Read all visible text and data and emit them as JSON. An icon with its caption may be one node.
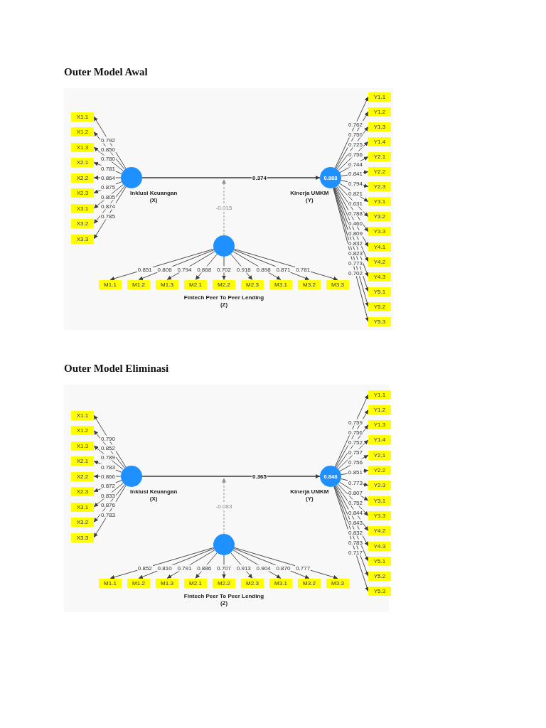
{
  "diagram": {
    "nodes": [
      {
        "text": [
          "Outer Model Awal"
        ]
      },
      {
        "text": [],
        "shape": "circle",
        "beside": [
          "Inklusi Keuangan (X)"
        ],
        "in": 0
      },
      {
        "text": [
          "0.888"
        ],
        "beside": [
          "Kinerja UMKM (Y)"
        ],
        "in": 0
      },
      {
        "text": [],
        "shape": "circle",
        "in": 0
      },
      {
        "text": [
          "X1.1"
        ],
        "in": 0
      },
      {
        "text": [
          "X1.2"
        ],
        "in": 0
      },
      {
        "text": [
          "X1.3"
        ],
        "in": 0
      },
      {
        "text": [
          "X2.1"
        ],
        "in": 0
      },
      {
        "text": [
          "X2.2"
        ],
        "in": 0
      },
      {
        "text": [
          "X2.3"
        ],
        "in": 0
      },
      {
        "text": [
          "X3.1"
        ],
        "in": 0
      },
      {
        "text": [
          "X3.2"
        ],
        "in": 0
      },
      {
        "text": [
          "X3.3"
        ],
        "in": 0
      },
      {
        "text": [
          "Y1.1"
        ],
        "in": 0
      },
      {
        "text": [
          "Y1.2"
        ],
        "in": 0
      },
      {
        "text": [
          "Y1.3"
        ],
        "in": 0
      },
      {
        "text": [
          "Y1.4"
        ],
        "in": 0
      },
      {
        "text": [
          "Y2.1"
        ],
        "in": 0
      },
      {
        "text": [
          "Y2.2"
        ],
        "in": 0
      },
      {
        "text": [
          "Y2.3"
        ],
        "in": 0
      },
      {
        "text": [
          "Y3.1"
        ],
        "in": 0
      },
      {
        "text": [
          "Y3.2"
        ],
        "in": 0
      },
      {
        "text": [
          "Y3.3"
        ],
        "in": 0
      },
      {
        "text": [
          "Y4.1"
        ],
        "in": 0
      },
      {
        "text": [
          "Y4.2"
        ],
        "in": 0
      },
      {
        "text": [
          "Y4.3"
        ],
        "in": 0
      },
      {
        "text": [
          "Y5.1"
        ],
        "in": 0
      },
      {
        "text": [
          "Y5.2"
        ],
        "in": 0
      },
      {
        "text": [
          "Y5.3"
        ],
        "in": 0
      },
      {
        "text": [
          "M1.1"
        ],
        "in": 0
      },
      {
        "text": [
          "M1.2"
        ],
        "in": 0
      },
      {
        "text": [
          "M1.3"
        ],
        "in": 0
      },
      {
        "text": [
          "M2.1"
        ],
        "in": 0
      },
      {
        "text": [
          "M2.2"
        ],
        "in": 0
      },
      {
        "text": [
          "M2.3"
        ],
        "in": 0
      },
      {
        "text": [
          "M3.1"
        ],
        "in": 0
      },
      {
        "text": [
          "M3.2"
        ],
        "in": 0
      },
      {
        "text": [
          "M3.3"
        ],
        "in": 0
      },
      {
        "text": [
          "Outer Model Eliminasi"
        ]
      },
      {
        "text": [],
        "shape": "circle",
        "beside": [
          "Inklusi Keuangan (X)"
        ],
        "in": 38
      },
      {
        "text": [
          "0.848"
        ],
        "beside": [
          "Kinerja UMKM (Y)"
        ],
        "in": 38
      },
      {
        "text": [],
        "shape": "circle",
        "in": 38
      },
      {
        "text": [
          "X1.1"
        ],
        "in": 38
      },
      {
        "text": [
          "X1.2"
        ],
        "in": 38
      },
      {
        "text": [
          "X1.3"
        ],
        "in": 38
      },
      {
        "text": [
          "X2.1"
        ],
        "in": 38
      },
      {
        "text": [
          "X2.2"
        ],
        "in": 38
      },
      {
        "text": [
          "X2.3"
        ],
        "in": 38
      },
      {
        "text": [
          "X3.1"
        ],
        "in": 38
      },
      {
        "text": [
          "X3.2"
        ],
        "in": 38
      },
      {
        "text": [
          "X3.3"
        ],
        "in": 38
      },
      {
        "text": [
          "Y1.1"
        ],
        "in": 38
      },
      {
        "text": [
          "Y1.2"
        ],
        "in": 38
      },
      {
        "text": [
          "Y1.3"
        ],
        "in": 38
      },
      {
        "text": [
          "Y1.4"
        ],
        "in": 38
      },
      {
        "text": [
          "Y2.1"
        ],
        "in": 38
      },
      {
        "text": [
          "Y2.2"
        ],
        "in": 38
      },
      {
        "text": [
          "Y2.3"
        ],
        "in": 38
      },
      {
        "text": [
          "Y3.1"
        ],
        "in": 38
      },
      {
        "text": [
          "Y3.3"
        ],
        "in": 38
      },
      {
        "text": [
          "Y4.2"
        ],
        "in": 38
      },
      {
        "text": [
          "Y4.3"
        ],
        "in": 38
      },
      {
        "text": [
          "Y5.1"
        ],
        "in": 38
      },
      {
        "text": [
          "Y5.2"
        ],
        "in": 38
      },
      {
        "text": [
          "Y5.3"
        ],
        "in": 38
      },
      {
        "text": [
          "M1.1"
        ],
        "in": 38
      },
      {
        "text": [
          "M1.2"
        ],
        "in": 38
      },
      {
        "text": [
          "M1.3"
        ],
        "in": 38
      },
      {
        "text": [
          "M2.1"
        ],
        "in": 38
      },
      {
        "text": [
          "M2.2"
        ],
        "in": 38
      },
      {
        "text": [
          "M2.3"
        ],
        "in": 38
      },
      {
        "text": [
          "M3.1"
        ],
        "in": 38
      },
      {
        "text": [
          "M3.2"
        ],
        "in": 38
      },
      {
        "text": [
          "M3.3"
        ],
        "in": 38
      }
    ],
    "edges": [
      {
        "from": 1,
        "to": 2,
        "arrow": "to",
        "label": "0.374"
      },
      {
        "from": 3,
        "to": null,
        "arrow": "to",
        "label": "-0.015",
        "style": "dashed",
        "color": "#8c8c8c"
      },
      {
        "from": 1,
        "to": 4,
        "arrow": "to",
        "label": "0.792"
      },
      {
        "from": 1,
        "to": 5,
        "arrow": "to",
        "label": "0.850"
      },
      {
        "from": 1,
        "to": 6,
        "arrow": "to",
        "label": "0.780"
      },
      {
        "from": 1,
        "to": 7,
        "arrow": "to",
        "label": "0.781"
      },
      {
        "from": 1,
        "to": 8,
        "arrow": "to",
        "label": "0.864"
      },
      {
        "from": 1,
        "to": 9,
        "arrow": "to",
        "label": "0.875"
      },
      {
        "from": 1,
        "to": 10,
        "arrow": "to",
        "label": "0.805"
      },
      {
        "from": 1,
        "to": 11,
        "arrow": "to",
        "label": "0.874"
      },
      {
        "from": 1,
        "to": 12,
        "arrow": "to",
        "label": "0.785"
      },
      {
        "from": 2,
        "to": 13,
        "arrow": "to",
        "label": "0.762"
      },
      {
        "from": 2,
        "to": 14,
        "arrow": "to",
        "label": "0.750"
      },
      {
        "from": 2,
        "to": 15,
        "arrow": "to",
        "label": "0.725"
      },
      {
        "from": 2,
        "to": 16,
        "arrow": "to",
        "label": "0.756"
      },
      {
        "from": 2,
        "to": 17,
        "arrow": "to",
        "label": "0.744"
      },
      {
        "from": 2,
        "to": 18,
        "arrow": "to",
        "label": "0.841"
      },
      {
        "from": 2,
        "to": 19,
        "arrow": "to",
        "label": "0.794"
      },
      {
        "from": 2,
        "to": 20,
        "arrow": "to",
        "label": "0.821"
      },
      {
        "from": 2,
        "to": 21,
        "arrow": "to",
        "label": "0.631"
      },
      {
        "from": 2,
        "to": 22,
        "arrow": "to",
        "label": "0.788"
      },
      {
        "from": 2,
        "to": 23,
        "arrow": "to",
        "label": "0.460"
      },
      {
        "from": 2,
        "to": 24,
        "arrow": "to",
        "label": "0.809"
      },
      {
        "from": 2,
        "to": 25,
        "arrow": "to",
        "label": "0.832"
      },
      {
        "from": 2,
        "to": 26,
        "arrow": "to",
        "label": "0.823"
      },
      {
        "from": 2,
        "to": 27,
        "arrow": "to",
        "label": "0.773"
      },
      {
        "from": 2,
        "to": 28,
        "arrow": "to",
        "label": "0.702"
      },
      {
        "from": 3,
        "to": 29,
        "arrow": "to",
        "label": "0.851"
      },
      {
        "from": 3,
        "to": 30,
        "arrow": "to",
        "label": "0.806"
      },
      {
        "from": 3,
        "to": 31,
        "arrow": "to",
        "label": "0.794"
      },
      {
        "from": 3,
        "to": 32,
        "arrow": "to",
        "label": "0.868"
      },
      {
        "from": 3,
        "to": 33,
        "arrow": "to",
        "label": "0.702"
      },
      {
        "from": 3,
        "to": 34,
        "arrow": "to",
        "label": "0.918"
      },
      {
        "from": 3,
        "to": 35,
        "arrow": "to",
        "label": "0.898"
      },
      {
        "from": 3,
        "to": 36,
        "arrow": "to",
        "label": "0.871"
      },
      {
        "from": 3,
        "to": 37,
        "arrow": "to",
        "label": "0.781"
      },
      {
        "from": 39,
        "to": 40,
        "arrow": "to",
        "label": "0.365"
      },
      {
        "from": 41,
        "to": null,
        "arrow": "to",
        "label": "-0.083",
        "style": "dashed",
        "color": "#8c8c8c"
      },
      {
        "from": 39,
        "to": 42,
        "arrow": "to",
        "label": "0.790"
      },
      {
        "from": 39,
        "to": 43,
        "arrow": "to",
        "label": "0.852"
      },
      {
        "from": 39,
        "to": 44,
        "arrow": "to",
        "label": "0.789"
      },
      {
        "from": 39,
        "to": 45,
        "arrow": "to",
        "label": "0.783"
      },
      {
        "from": 39,
        "to": 46,
        "arrow": "to",
        "label": "0.866"
      },
      {
        "from": 39,
        "to": 47,
        "arrow": "to",
        "label": "0.872"
      },
      {
        "from": 39,
        "to": 48,
        "arrow": "to",
        "label": "0.833"
      },
      {
        "from": 39,
        "to": 49,
        "arrow": "to",
        "label": "0.876"
      },
      {
        "from": 39,
        "to": 50,
        "arrow": "to",
        "label": "0.783"
      },
      {
        "from": 40,
        "to": 51,
        "arrow": "to",
        "label": "0.759"
      },
      {
        "from": 40,
        "to": 52,
        "arrow": "to",
        "label": "0.756"
      },
      {
        "from": 40,
        "to": 53,
        "arrow": "to",
        "label": "0.752"
      },
      {
        "from": 40,
        "to": 54,
        "arrow": "to",
        "label": "0.757"
      },
      {
        "from": 40,
        "to": 55,
        "arrow": "to",
        "label": "0.756"
      },
      {
        "from": 40,
        "to": 56,
        "arrow": "to",
        "label": "0.851"
      },
      {
        "from": 40,
        "to": 57,
        "arrow": "to",
        "label": "0.773"
      },
      {
        "from": 40,
        "to": 58,
        "arrow": "to",
        "label": "0.807"
      },
      {
        "from": 40,
        "to": 59,
        "arrow": "to",
        "label": "0.752"
      },
      {
        "from": 40,
        "to": 60,
        "arrow": "to",
        "label": "0.844"
      },
      {
        "from": 40,
        "to": 61,
        "arrow": "to",
        "label": "0.843"
      },
      {
        "from": 40,
        "to": 62,
        "arrow": "to",
        "label": "0.832"
      },
      {
        "from": 40,
        "to": 63,
        "arrow": "to",
        "label": "0.783"
      },
      {
        "from": 40,
        "to": 64,
        "arrow": "to",
        "label": "0.717"
      },
      {
        "from": 41,
        "to": 65,
        "arrow": "to",
        "label": "0.852"
      },
      {
        "from": 41,
        "to": 66,
        "arrow": "to",
        "label": "0.810"
      },
      {
        "from": 41,
        "to": 67,
        "arrow": "to",
        "label": "0.791"
      },
      {
        "from": 41,
        "to": 68,
        "arrow": "to",
        "label": "0.886"
      },
      {
        "from": 41,
        "to": 69,
        "arrow": "to",
        "label": "0.707"
      },
      {
        "from": 41,
        "to": 70,
        "arrow": "to",
        "label": "0.913"
      },
      {
        "from": 41,
        "to": 71,
        "arrow": "to",
        "label": "0.904"
      },
      {
        "from": 41,
        "to": 72,
        "arrow": "to",
        "label": "0.870"
      },
      {
        "from": 41,
        "to": 73,
        "arrow": "to",
        "label": "0.777"
      }
    ],
    "labels": [
      "Fintech Peer To Peer Lending (Z)",
      "Fintech Peer To Peer Lending (Z)"
    ]
  }
}
